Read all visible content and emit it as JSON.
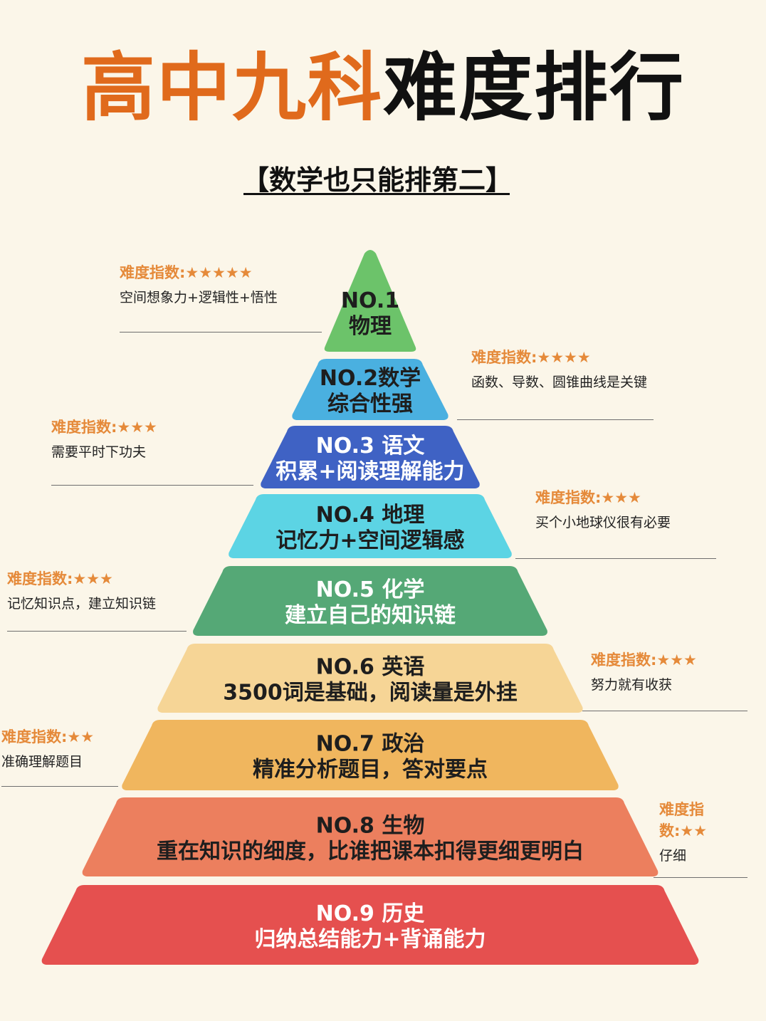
{
  "title": {
    "part1": "高中九科",
    "part2": "难度排行"
  },
  "subtitle": "【数学也只能排第二】",
  "colors": {
    "background": "#fbf6e9",
    "title_orange": "#e06a1c",
    "note_head": "#e58a3a"
  },
  "tiers": [
    {
      "rank": "NO.1",
      "line1": "NO.1",
      "line2": "物理",
      "color": "#6cc36a",
      "text_color": "#1e1e1e"
    },
    {
      "rank": "NO.2",
      "line1": "NO.2数学",
      "line2": "综合性强",
      "color": "#4ab0e0",
      "text_color": "#1e1e1e"
    },
    {
      "rank": "NO.3",
      "line1": "NO.3 语文",
      "line2": "积累+阅读理解能力",
      "color": "#3f62c4",
      "text_color": "#ffffff"
    },
    {
      "rank": "NO.4",
      "line1": "NO.4 地理",
      "line2": "记忆力+空间逻辑感",
      "color": "#5cd4e4",
      "text_color": "#1e1e1e"
    },
    {
      "rank": "NO.5",
      "line1": "NO.5 化学",
      "line2": "建立自己的知识链",
      "color": "#55a876",
      "text_color": "#ffffff"
    },
    {
      "rank": "NO.6",
      "line1": "NO.6 英语",
      "line2": "3500词是基础，阅读量是外挂",
      "color": "#f6d596",
      "text_color": "#1e1e1e"
    },
    {
      "rank": "NO.7",
      "line1": "NO.7 政治",
      "line2": "精准分析题目，答对要点",
      "color": "#f0b65e",
      "text_color": "#1e1e1e"
    },
    {
      "rank": "NO.8",
      "line1": "NO.8  生物",
      "line2": "重在知识的细度，比谁把课本扣得更细更明白",
      "color": "#ec7f5e",
      "text_color": "#1e1e1e"
    },
    {
      "rank": "NO.9",
      "line1": "NO.9  历史",
      "line2": "归纳总结能力+背诵能力",
      "color": "#e5504f",
      "text_color": "#ffffff"
    }
  ],
  "notes": [
    {
      "head": "难度指数:★★★★★",
      "desc": "空间想象力+逻辑性+悟性"
    },
    {
      "head": "难度指数:★★★★",
      "desc": "函数、导数、圆锥曲线是关键"
    },
    {
      "head": "难度指数:★★★",
      "desc": "需要平时下功夫"
    },
    {
      "head": "难度指数:★★★",
      "desc": "买个小地球仪很有必要"
    },
    {
      "head": "难度指数:★★★",
      "desc": "记忆知识点，建立知识链"
    },
    {
      "head": "难度指数:★★★",
      "desc": "努力就有收获"
    },
    {
      "head": "难度指数:★★",
      "desc": "准确理解题目"
    },
    {
      "head": "难度指数:★★",
      "desc": "仔细"
    }
  ]
}
